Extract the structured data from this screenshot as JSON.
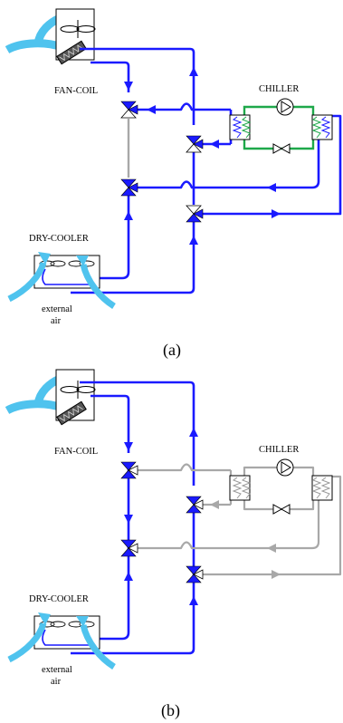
{
  "colors": {
    "active": "#1a1aff",
    "inactive": "#a8a8a8",
    "chiller_loop": "#1ea84a",
    "air": "#4fc3ee",
    "coil": "#1a1aff"
  },
  "icons": [
    "fan-coil-icon",
    "dry-cooler-icon",
    "pump-icon",
    "expansion-valve-icon",
    "three-way-valve-icon",
    "heat-exchanger-icon",
    "airflow-arrow-icon"
  ],
  "panels": [
    {
      "id": "a",
      "caption": "(a)",
      "labels": {
        "fancoil": "FAN-COIL",
        "chiller": "CHILLER",
        "drycooler": "DRY-COOLER",
        "external": "external",
        "air": "air"
      },
      "chiller_active": true
    },
    {
      "id": "b",
      "caption": "(b)",
      "labels": {
        "fancoil": "FAN-COIL",
        "chiller": "CHILLER",
        "drycooler": "DRY-COOLER",
        "external": "external",
        "air": "air"
      },
      "chiller_active": false
    }
  ]
}
